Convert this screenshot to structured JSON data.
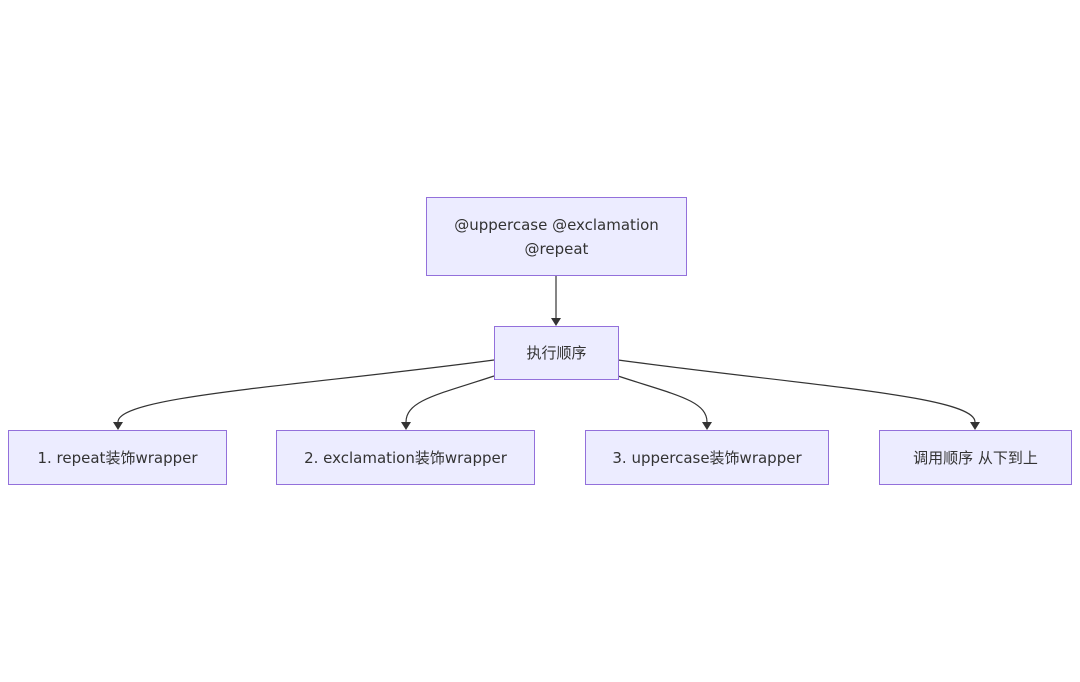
{
  "diagram": {
    "type": "flowchart",
    "direction": "top-down",
    "colors": {
      "node_fill": "#ececff",
      "node_border": "#9370db",
      "text": "#333333",
      "edge": "#333333",
      "background": "#ffffff"
    },
    "nodes": {
      "decorators": {
        "line1": "@uppercase @exclamation",
        "line2": "@repeat"
      },
      "execution_order": {
        "label": "执行顺序"
      },
      "step1": {
        "label": "1. repeat装饰wrapper"
      },
      "step2": {
        "label": "2. exclamation装饰wrapper"
      },
      "step3": {
        "label": "3. uppercase装饰wrapper"
      },
      "call_order": {
        "label": "调用顺序 从下到上"
      }
    },
    "edges": [
      {
        "from": "decorators",
        "to": "execution_order"
      },
      {
        "from": "execution_order",
        "to": "step1"
      },
      {
        "from": "execution_order",
        "to": "step2"
      },
      {
        "from": "execution_order",
        "to": "step3"
      },
      {
        "from": "execution_order",
        "to": "call_order"
      }
    ]
  }
}
